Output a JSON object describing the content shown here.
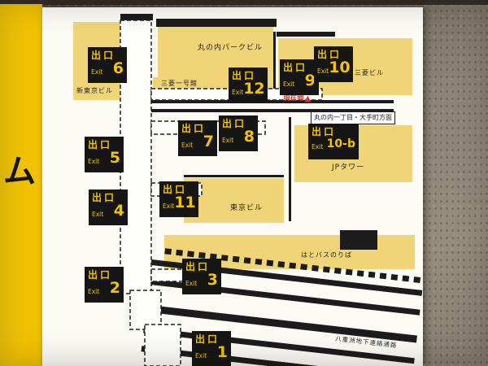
{
  "photo": {
    "strip_text": "ム"
  },
  "map": {
    "exits": [
      {
        "jp": "出口",
        "en": "Exit",
        "num": "6"
      },
      {
        "jp": "出口",
        "en": "Exit",
        "num": "12"
      },
      {
        "jp": "出口",
        "en": "Exit",
        "num": "9"
      },
      {
        "jp": "出口",
        "en": "Exit",
        "num": "10"
      },
      {
        "jp": "出口",
        "en": "Exit",
        "num": "5"
      },
      {
        "jp": "出口",
        "en": "Exit",
        "num": "7"
      },
      {
        "jp": "出口",
        "en": "Exit",
        "num": "8"
      },
      {
        "jp": "出口",
        "en": "Exit",
        "num": "10-b"
      },
      {
        "jp": "出口",
        "en": "Exit",
        "num": "4"
      },
      {
        "jp": "出口",
        "en": "Exit",
        "num": "11"
      },
      {
        "jp": "出口",
        "en": "Exit",
        "num": "2"
      },
      {
        "jp": "出口",
        "en": "Exit",
        "num": "3"
      },
      {
        "jp": "出口",
        "en": "Exit",
        "num": "1"
      }
    ],
    "buildings": {
      "marunouchi_park": "丸の内パークビル",
      "mitsubishi": "三菱ビル",
      "shin_tokyo": "新東京ビル",
      "mitsubishi_ichigokan": "三菱一号館",
      "jp_tower": "JPタワー",
      "tokyo_building": "東京ビル",
      "hato_bus": "はとバスのりば",
      "yaesu_passage": "八重洲地下連絡通路"
    },
    "direction_sign": "丸の内一丁目・大手町方面",
    "current_location": {
      "label": "現在地",
      "marker": "▲"
    },
    "colors": {
      "building": "#f0d478",
      "exit_bg": "#161616",
      "exit_text": "#f2c301",
      "red": "#d9332a",
      "panel": "#fbfaf5",
      "yellow_border": "#f2c301"
    }
  }
}
